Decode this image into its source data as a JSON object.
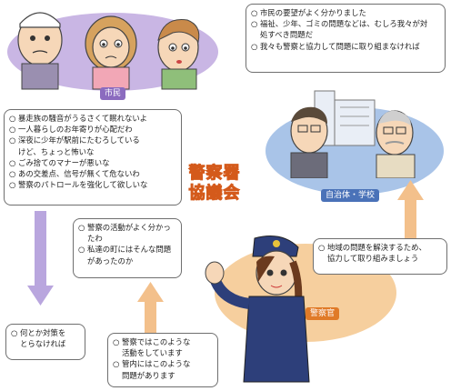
{
  "center_title": {
    "line1": "警察署",
    "line2": "協議会"
  },
  "groups": {
    "citizens": {
      "label": "市民",
      "concerns": [
        "暴走族の騒音がうるさくて眠れないよ",
        "一人暮らしのお年寄りが心配だわ",
        "深夜に少年が駅前にたむろしている",
        "けど、ちょっと怖いな",
        "ごみ捨てのマナーが悪いな",
        "あの交差点、信号が無くて危ないわ",
        "警察のパトロールを強化して欲しいな"
      ],
      "request": [
        "何とか対策を",
        "とらなければ"
      ],
      "bullet_indexes": [
        0,
        1,
        2,
        4,
        5,
        6
      ]
    },
    "municipality_school": {
      "label": "自治体・学校",
      "comments": [
        "市民の要望がよく分かりました",
        "福祉、少年、ゴミの問題などは、むしろ我々が対",
        "処すべき問題だ",
        "我々も警察と協力して問題に取り組まなければ"
      ],
      "bullet_indexes": [
        0,
        1,
        3
      ]
    },
    "police": {
      "label": "警察官",
      "proposal": [
        "地域の問題を解決するため、",
        "協力して取り組みましょう"
      ],
      "understanding": [
        "警察の活動がよく分かっ",
        "たわ",
        "私達の町にはそんな問題",
        "があったのか"
      ],
      "understanding_bullets": [
        0,
        2
      ],
      "explanation": [
        "警察ではこのような",
        "活動をしています",
        "管内にはこのような",
        "問題があります"
      ],
      "explanation_bullets": [
        0,
        2
      ]
    }
  },
  "colors": {
    "citizens_ellipse": "#c9b6e4",
    "citizens_tag": "#8b6bbf",
    "municipality_ellipse": "#a9c4e8",
    "municipality_tag": "#4a72b8",
    "police_ellipse": "#f6cf9e",
    "police_tag": "#e07a28",
    "arrow_purple": "#b9a6de",
    "arrow_orange": "#f3c08b",
    "title_fill": "#f6a45a"
  },
  "bullet_symbol": "○"
}
